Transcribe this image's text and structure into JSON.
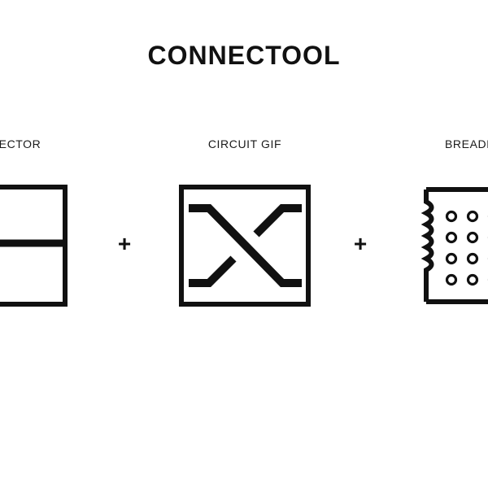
{
  "page": {
    "title": "CONNECTOOL",
    "background_color": "#ffffff",
    "ink_color": "#111111"
  },
  "formula": {
    "operator_label": "+",
    "components": [
      {
        "id": "detector",
        "label": "R DETECTOR",
        "icon_name": "waveform-detector-icon",
        "clipped": "left"
      },
      {
        "id": "circuit",
        "label": "CIRCUIT GIF",
        "icon_name": "crossing-wires-icon",
        "clipped": "none"
      },
      {
        "id": "breadboard",
        "label": "BREADBOARD",
        "icon_name": "breadboard-icon",
        "clipped": "right"
      }
    ],
    "operators": [
      "+",
      "+"
    ]
  }
}
